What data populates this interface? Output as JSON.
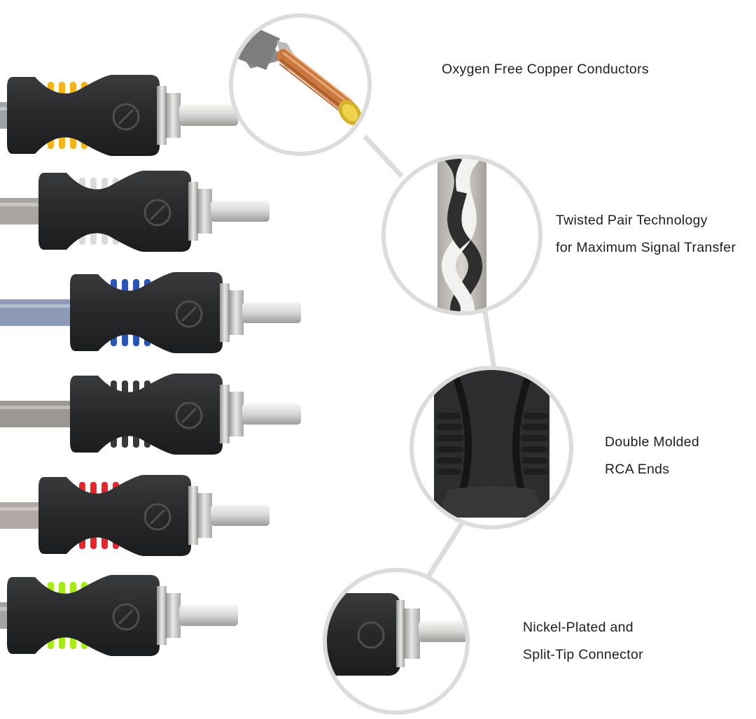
{
  "features": [
    {
      "id": "copper",
      "lines": [
        "Oxygen Free Copper Conductors"
      ],
      "icon": "copper-wire-closeup-icon"
    },
    {
      "id": "twisted",
      "lines": [
        "Twisted Pair Technology",
        "for Maximum Signal Transfer"
      ],
      "icon": "twisted-pair-closeup-icon"
    },
    {
      "id": "molded",
      "lines": [
        "Double Molded",
        "RCA Ends"
      ],
      "icon": "molded-grip-closeup-icon"
    },
    {
      "id": "tip",
      "lines": [
        "Nickel-Plated and",
        "Split-Tip Connector"
      ],
      "icon": "split-tip-connector-closeup-icon"
    }
  ],
  "connectors": [
    {
      "color_name": "gold",
      "accent": "#f2b51c",
      "cable": "#9fa3a7"
    },
    {
      "color_name": "silver",
      "accent": "#d9dadb",
      "cable": "#a9a6a2"
    },
    {
      "color_name": "blue",
      "accent": "#2b55b5",
      "cable": "#8d9ab5"
    },
    {
      "color_name": "black",
      "accent": "#3a3a3a",
      "cable": "#9b9893"
    },
    {
      "color_name": "red",
      "accent": "#e4272e",
      "cable": "#b3a7a7"
    },
    {
      "color_name": "green",
      "accent": "#a6ea1a",
      "cable": "#a3a5a2"
    }
  ],
  "colors": {
    "callout_ring": "#dcdcdc",
    "housing": "#2a2b2d",
    "metal": "#c8c8c6"
  }
}
